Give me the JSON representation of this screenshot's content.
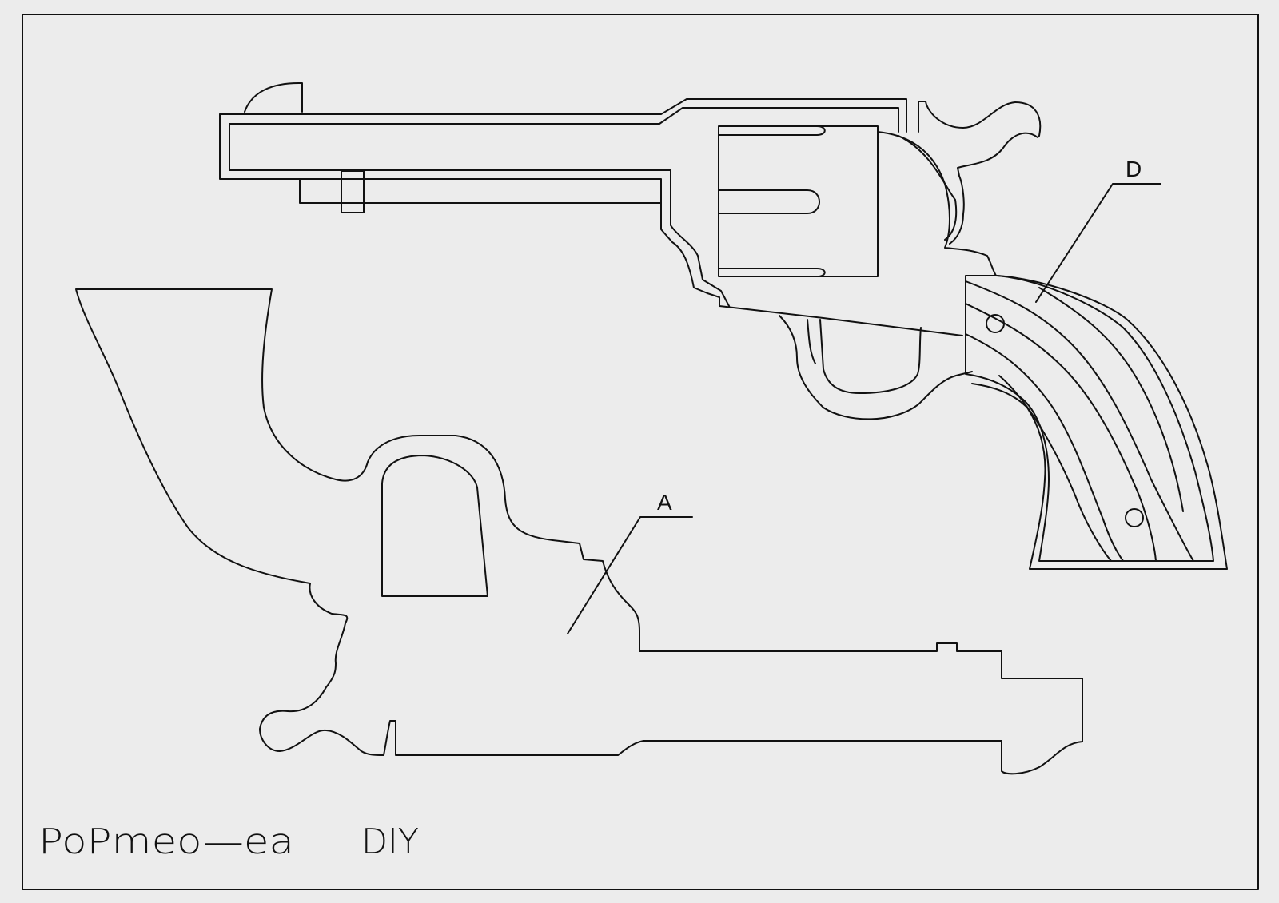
{
  "labels": {
    "part_a": "A",
    "part_d": "D"
  },
  "logo": {
    "signature": "PoPmeo—ea",
    "diy": "DIY"
  },
  "colors": {
    "background": "#ececec",
    "line": "#111111"
  }
}
